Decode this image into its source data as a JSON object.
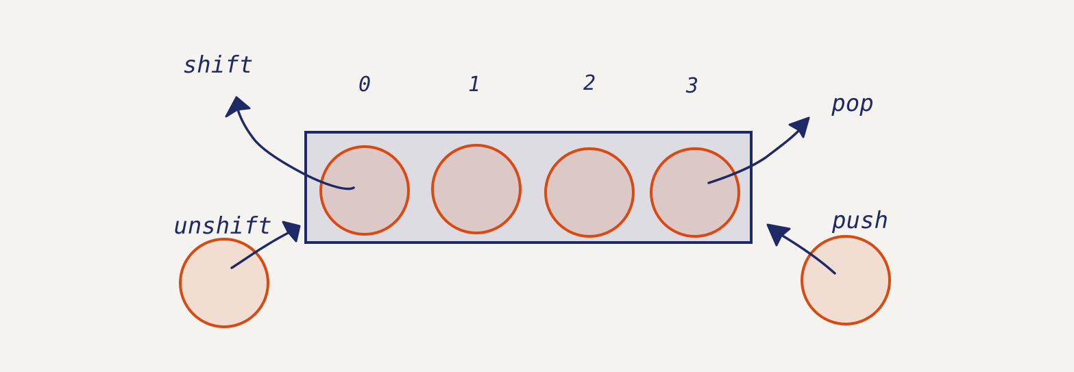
{
  "diagram": {
    "indices": [
      "0",
      "1",
      "2",
      "3"
    ],
    "operations": {
      "shift": "shift",
      "unshift": "unshift",
      "pop": "pop",
      "push": "push"
    },
    "colors": {
      "background": "#f5f3ef",
      "ink": "#1e2a66",
      "element_stroke": "#d94a12",
      "element_fill_in_array": "#dcc8c6",
      "element_fill_outside": "#f1ddd2",
      "array_fill": "#dcdce2"
    }
  }
}
